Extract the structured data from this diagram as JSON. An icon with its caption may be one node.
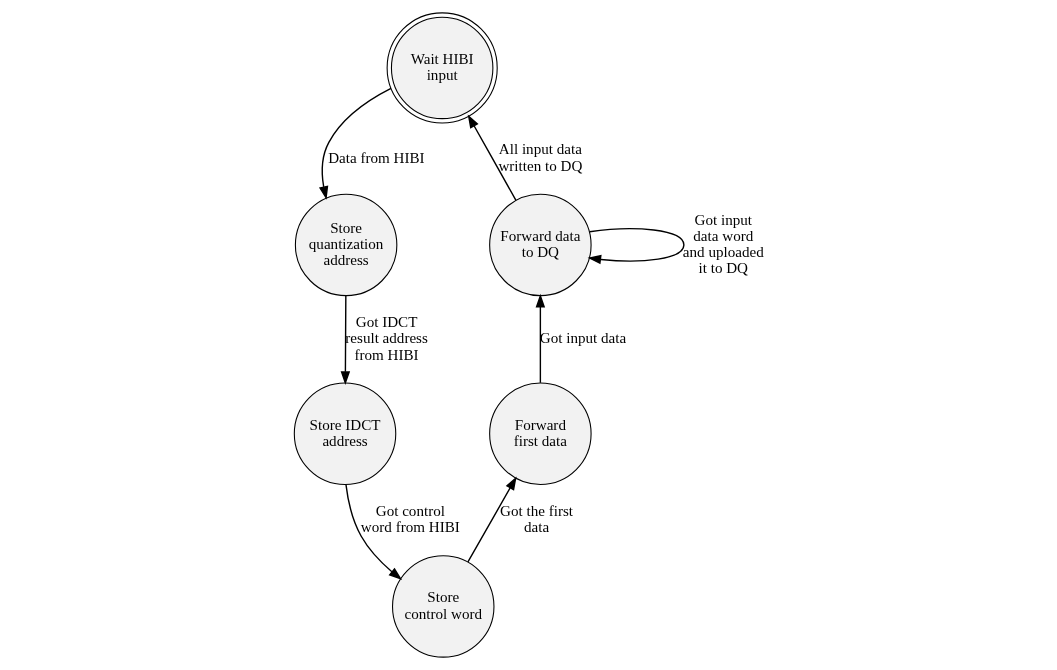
{
  "diagram": {
    "nodes": [
      {
        "text": [
          "Wait HIBI input"
        ]
      },
      {
        "text": [
          "Store quantization address"
        ]
      },
      {
        "text": [
          "Store IDCT address"
        ]
      },
      {
        "text": [
          "Store control word"
        ]
      },
      {
        "text": [
          "Forward first data"
        ]
      },
      {
        "text": [
          "Forward data to DQ"
        ]
      }
    ],
    "edges": [
      {
        "from": 0,
        "to": 1,
        "arrow": "to",
        "label": "Data from HIBI"
      },
      {
        "from": 1,
        "to": 2,
        "arrow": "to",
        "label": "Got IDCT result address from HIBI"
      },
      {
        "from": 2,
        "to": 3,
        "arrow": "to",
        "label": "Got control word from HIBI"
      },
      {
        "from": 3,
        "to": 4,
        "arrow": "to",
        "label": "Got the first data"
      },
      {
        "from": 4,
        "to": 5,
        "arrow": "to",
        "label": "Got input data"
      },
      {
        "from": 5,
        "to": 5,
        "arrow": "to",
        "label": "Got input data word and uploaded it to DQ"
      },
      {
        "from": 5,
        "to": 0,
        "arrow": "to",
        "label": "All input data written to DQ"
      }
    ]
  }
}
